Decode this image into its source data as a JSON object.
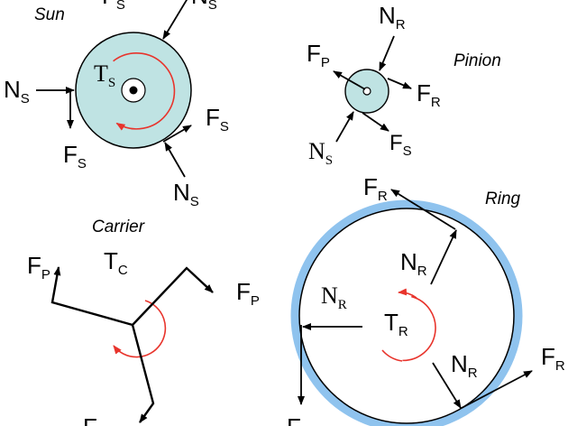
{
  "colors": {
    "gear_fill": "#bfe3e3",
    "ring_band": "#8fc3ee",
    "torque_arrow": "#e8342c",
    "force_arrow": "#000000"
  },
  "sun": {
    "title": "Sun",
    "torque": {
      "main": "T",
      "sub": "S"
    },
    "force_top": {
      "main": "F",
      "sub": "S"
    },
    "normal_top": {
      "main": "N",
      "sub": "S"
    },
    "normal_left": {
      "main": "N",
      "sub": "S"
    },
    "force_left": {
      "main": "F",
      "sub": "S"
    },
    "force_right": {
      "main": "F",
      "sub": "S"
    },
    "normal_bottom": {
      "main": "N",
      "sub": "S"
    }
  },
  "pinion": {
    "title": "Pinion",
    "normal_ring": {
      "main": "N",
      "sub": "R"
    },
    "force_planet": {
      "main": "F",
      "sub": "P"
    },
    "force_ring": {
      "main": "F",
      "sub": "R"
    },
    "normal_sun": {
      "main": "N",
      "sub": "S"
    },
    "force_sun": {
      "main": "F",
      "sub": "S"
    }
  },
  "carrier": {
    "title": "Carrier",
    "torque": {
      "main": "T",
      "sub": "C"
    },
    "force_left": {
      "main": "F",
      "sub": "P"
    },
    "force_right": {
      "main": "F",
      "sub": "P"
    },
    "force_bottom": {
      "main": "F",
      "sub": "P"
    }
  },
  "ring": {
    "title": "Ring",
    "force_top": {
      "main": "F",
      "sub": "R"
    },
    "normal_upper": {
      "main": "N",
      "sub": "R"
    },
    "normal_left": {
      "main": "N",
      "sub": "R"
    },
    "torque": {
      "main": "T",
      "sub": "R"
    },
    "normal_lower": {
      "main": "N",
      "sub": "R"
    },
    "force_right": {
      "main": "F",
      "sub": "R"
    },
    "force_bottom": {
      "main": "F",
      "sub": "R"
    }
  }
}
